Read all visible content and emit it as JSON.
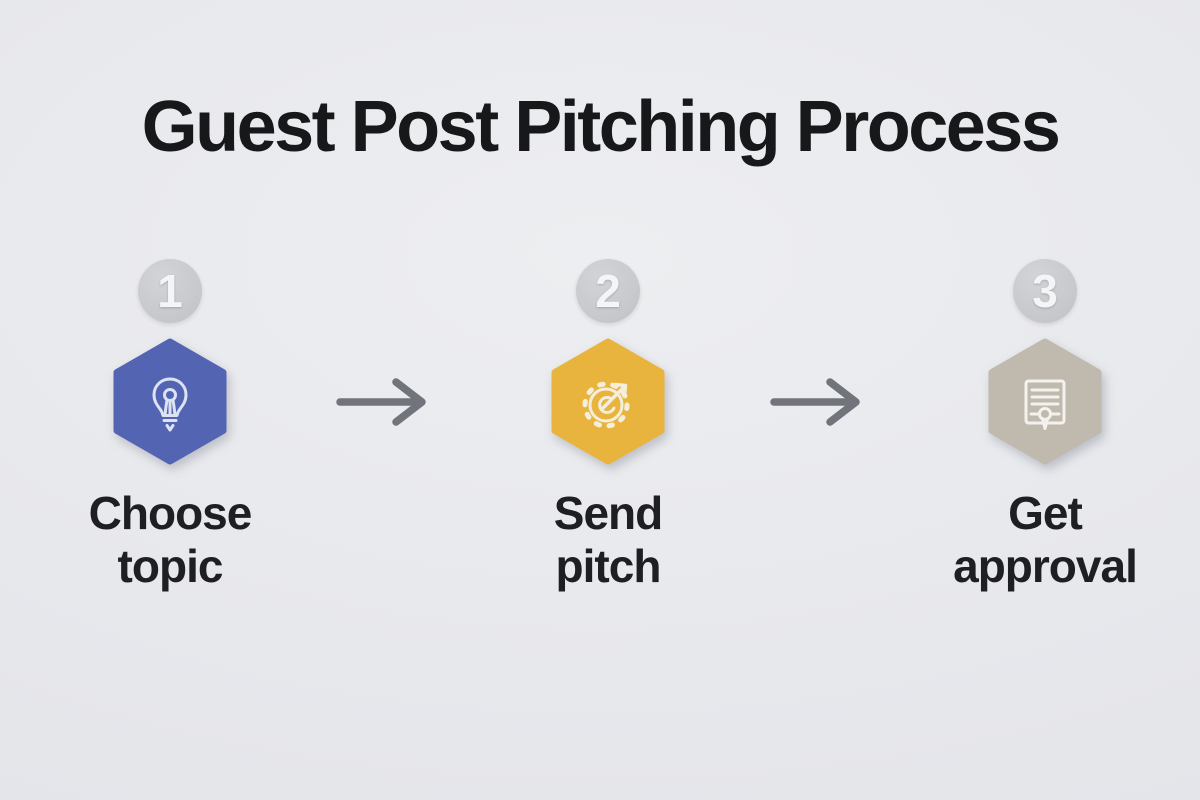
{
  "title": "Guest Post Pitching Process",
  "steps": [
    {
      "number": "1",
      "lines": [
        "Choose",
        "topic"
      ],
      "icon": "lightbulb-icon",
      "hex_color": "#5364b2",
      "icon_color": "#dde2f4"
    },
    {
      "number": "2",
      "lines": [
        "Send",
        "pitch"
      ],
      "icon": "target-gear-arrow-icon",
      "hex_color": "#e8b43d",
      "icon_color": "#f5eedb"
    },
    {
      "number": "3",
      "lines": [
        "Get",
        "approval"
      ],
      "icon": "certificate-icon",
      "hex_color": "#bfb9ae",
      "icon_color": "#f4f2ee"
    }
  ],
  "colors": {
    "background": "#e7e8ec",
    "badge": "#c9cacd",
    "badge_number": "#f4f5f7",
    "arrow": "#71747b",
    "title_text": "#17181a",
    "label_text": "#1e1f22"
  }
}
